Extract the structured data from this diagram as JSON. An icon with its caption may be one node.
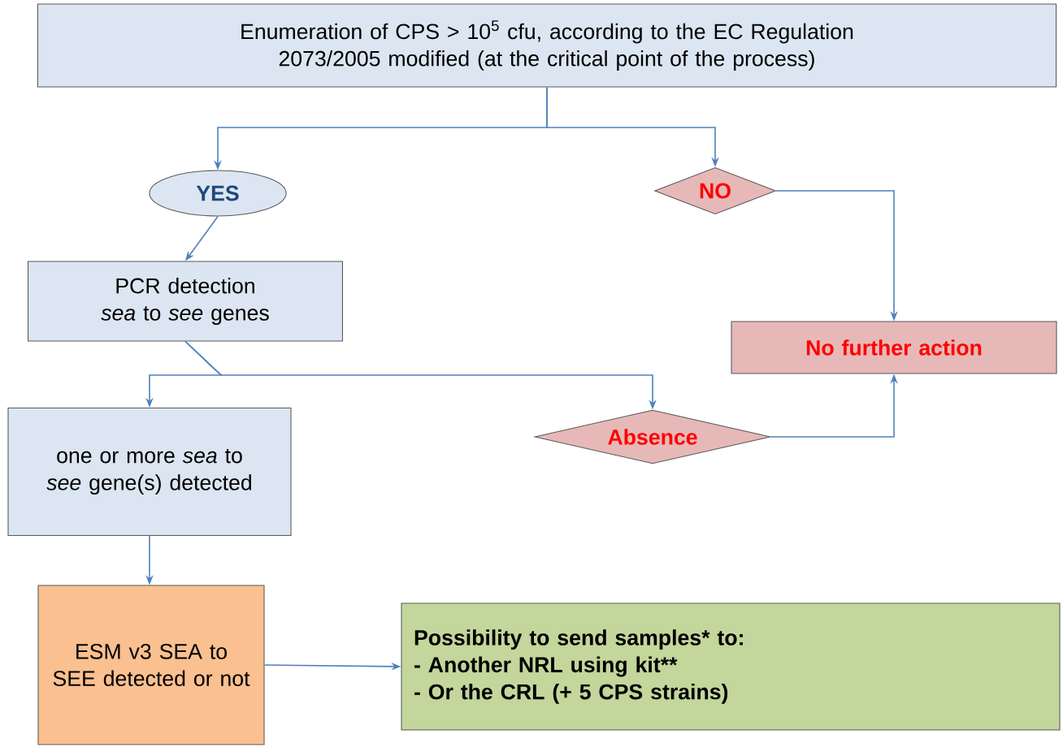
{
  "diagram": {
    "nodes": [
      {
        "text": [
          "Enumeration of CPS > 10$^{5}$ cfu, according to the EC Regulation 2073/2005 modified (at the critical point of the process)"
        ]
      },
      {
        "text": [
          "YES"
        ]
      },
      {
        "text": [
          "NO"
        ]
      },
      {
        "text": [
          "PCR detection *sea* to *see* genes"
        ]
      },
      {
        "text": [
          "No further action"
        ]
      },
      {
        "text": [
          "one or more *sea* to *see* gene(s) detected"
        ]
      },
      {
        "text": [
          "Absence"
        ]
      },
      {
        "text": [
          "ESM v3 SEA to SEE detected or not"
        ]
      },
      {
        "text": [
          "Possibility to send samples* to:",
          "- Another NRL using kit**",
          "- Or the CRL (+ 5 CPS strains)"
        ]
      }
    ],
    "edges": [
      {
        "from": 0,
        "to": 1,
        "arrow": "to"
      },
      {
        "from": 0,
        "to": 2,
        "arrow": "to"
      },
      {
        "from": 1,
        "to": 3,
        "arrow": "to"
      },
      {
        "from": 2,
        "to": 4,
        "arrow": "to"
      },
      {
        "from": 3,
        "to": 5,
        "arrow": "to"
      },
      {
        "from": 3,
        "to": 6,
        "arrow": "to"
      },
      {
        "from": 6,
        "to": 4,
        "arrow": "to"
      },
      {
        "from": 5,
        "to": 7,
        "arrow": "to"
      },
      {
        "from": 7,
        "to": 8,
        "arrow": "to"
      }
    ]
  }
}
